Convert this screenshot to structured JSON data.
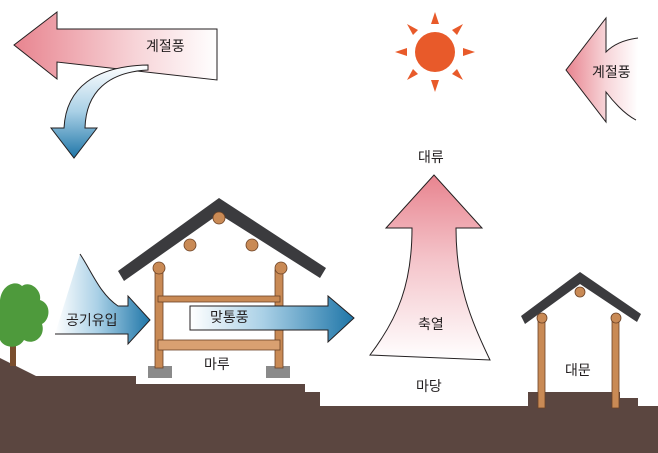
{
  "labels": {
    "seasonal_wind_left": "계절풍",
    "seasonal_wind_right": "계절풍",
    "convection": "대류",
    "air_inflow": "공기유입",
    "cross_ventilation": "맞통풍",
    "maru": "마루",
    "heat_storage": "축열",
    "yard": "마당",
    "main_gate": "대문"
  },
  "colors": {
    "warm_arrow": "#e8848f",
    "cool_arrow": "#2a7fb0",
    "sun": "#e85a2a",
    "ground": "#5b4640",
    "roof": "#3b3b3e",
    "timber": "#c98a55",
    "tree": "#4e9a3c"
  }
}
